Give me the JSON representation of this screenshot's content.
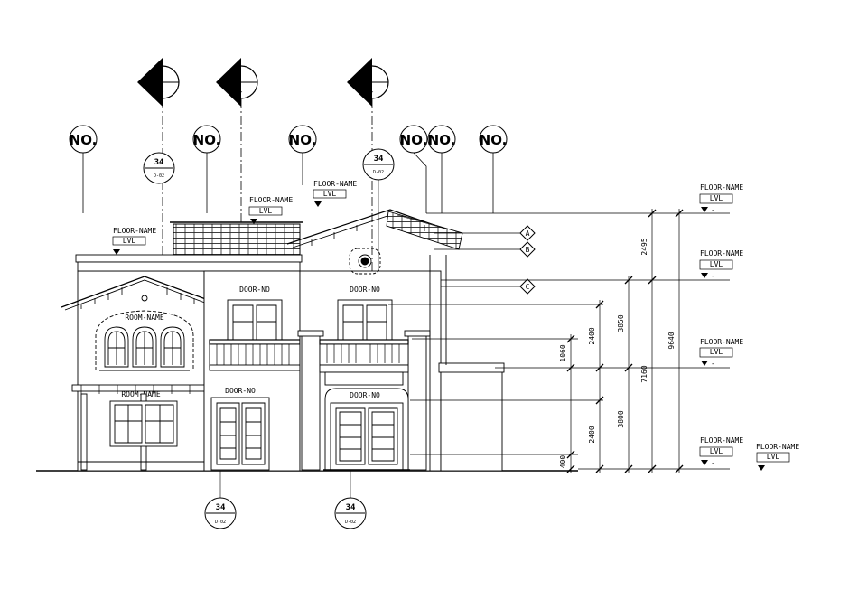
{
  "grid_tag": "NO.",
  "floor_label": "FLOOR-NAME",
  "level_tag": "LVL",
  "level_mark": "-",
  "door_tag": "DOOR-NO",
  "room_tag": "ROOM-NAME",
  "section_mark": "-",
  "detail_number": "34",
  "detail_sheet": "D-02",
  "roof_markers": [
    "A",
    "B",
    "C"
  ],
  "dimensions": {
    "d2495": "2495",
    "d2400_top": "2400",
    "d3850": "3850",
    "d1060": "1060",
    "d7160": "7160",
    "d9640": "9640",
    "d2400_bot": "2400",
    "d3800": "3800",
    "d400": "400"
  },
  "colors": {
    "line": "#000000",
    "background": "#ffffff"
  }
}
